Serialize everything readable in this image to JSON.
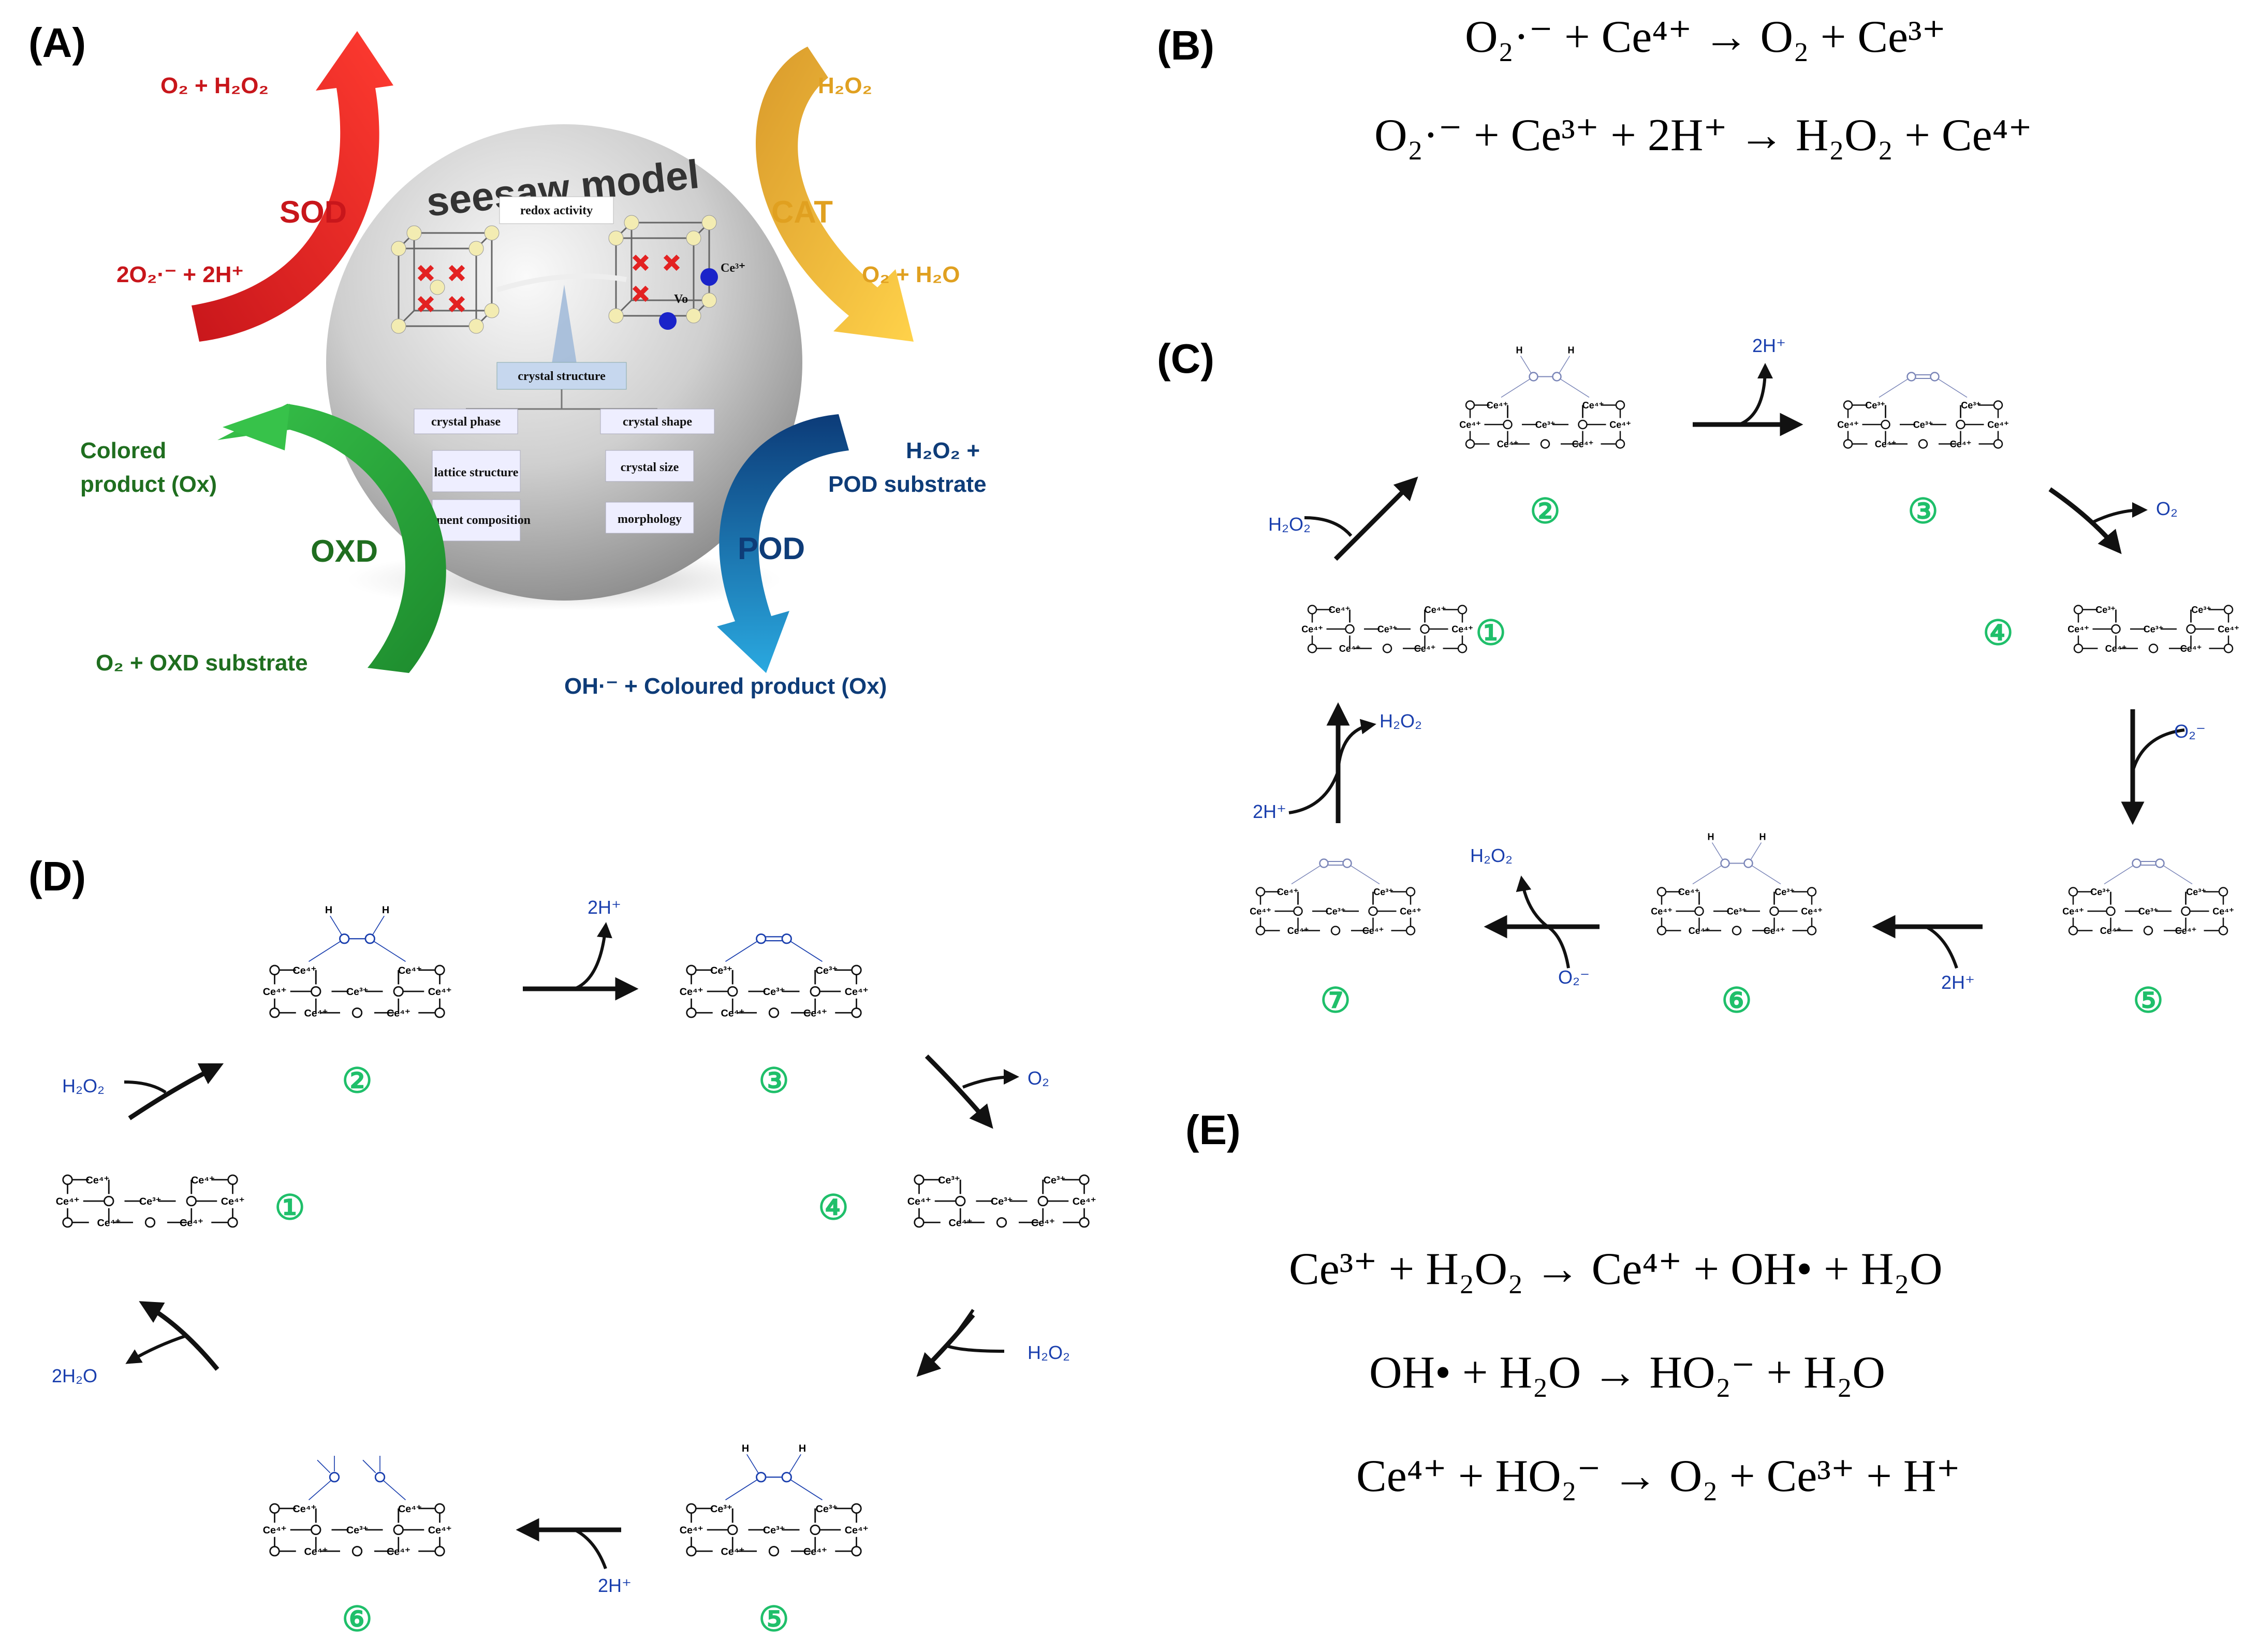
{
  "panels": {
    "a": "(A)",
    "b": "(B)",
    "c": "(C)",
    "d": "(D)",
    "e": "(E)"
  },
  "panel_a": {
    "sphere_title": "seesaw model",
    "redox": "redox activity",
    "crystal_structure": "crystal structure",
    "crystal_phase": "crystal phase",
    "crystal_shape": "crystal shape",
    "lattice": "lattice structure",
    "element": "element composition",
    "crystal_size": "crystal size",
    "morphology": "morphology",
    "ce3": "Ce³⁺",
    "vo": "Vo",
    "sod": {
      "name": "SOD",
      "in": "2O₂·⁻ + 2H⁺",
      "out": "O₂ + H₂O₂"
    },
    "cat": {
      "name": "CAT",
      "in": "H₂O₂",
      "out": "O₂ + H₂O"
    },
    "oxd": {
      "name": "OXD",
      "in": "O₂ + OXD substrate",
      "out1": "Colored",
      "out2": "product (Ox)"
    },
    "pod": {
      "name": "POD",
      "in1": "H₂O₂ +",
      "in2": "POD substrate",
      "out": "OH·⁻ + Coloured product (Ox)"
    }
  },
  "panel_b": {
    "eq1": "O₂·⁻ + Ce⁴⁺ → O₂ + Ce³⁺",
    "eq2": "O₂·⁻ + Ce³⁺ + 2H⁺ → H₂O₂ + Ce⁴⁺"
  },
  "panel_c": {
    "steps": [
      "①",
      "②",
      "③",
      "④",
      "⑤",
      "⑥",
      "⑦"
    ],
    "species": {
      "h2o2_in": "H₂O₂",
      "h2_out": "2H⁺",
      "o2_out": "O₂",
      "o2m_in": "O₂⁻",
      "h2_in": "2H⁺",
      "h2o2_out": "H₂O₂",
      "o2m_in2": "O₂⁻",
      "h2_in2": "2H⁺",
      "h2o2_out2": "H₂O₂"
    }
  },
  "panel_d": {
    "steps": [
      "①",
      "②",
      "③",
      "④",
      "⑤",
      "⑥"
    ],
    "species": {
      "h2o2_in": "H₂O₂",
      "h2_out": "2H⁺",
      "o2_out": "O₂",
      "h2o2_in2": "H₂O₂",
      "h2_in": "2H⁺",
      "h2o_out": "2H₂O"
    }
  },
  "panel_e": {
    "eq1": "Ce³⁺ + H₂O₂ → Ce⁴⁺ + OH• + H₂O",
    "eq2": "OH• + H₂O → HO₂⁻ + H₂O",
    "eq3": "Ce⁴⁺ + HO₂⁻ → O₂ + Ce³⁺ + H⁺"
  },
  "atoms": {
    "o": "O",
    "ce4": "Ce⁴⁺",
    "ce3": "Ce³⁺",
    "h": "H"
  },
  "colors": {
    "sod": "#c8161b",
    "cat": "#e0a020",
    "oxd": "#1f6e1f",
    "pod": "#0e3c78",
    "ce3": "#ee2b2b",
    "step": "#1fbf6a",
    "species": "#1a3fae"
  }
}
